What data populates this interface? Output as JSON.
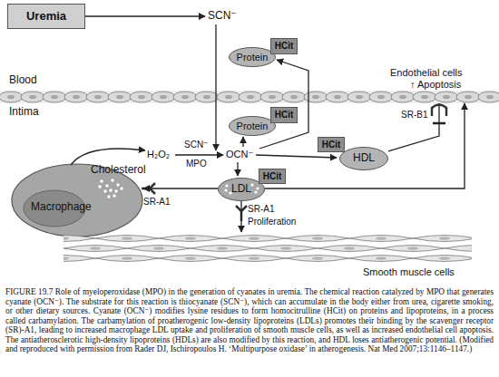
{
  "diagram": {
    "caption": "FIGURE 19.7 Role of myeloperoxidase (MPO) in the generation of cyanates in uremia. The chemical reaction catalyzed by MPO that generates cyanate (OCN⁻). The substrate for this reaction is thiocyanate (SCN⁻), which can accumulate in the body either from urea, cigarette smoking, or other dietary sources. Cyanate (OCN⁻) modifies lysine residues to form homocitrulline (HCit) on proteins and lipoproteins, in a process called carbamylation. The carbamylation of proatherogenic low-density lipoproteins (LDLs) promotes their binding by the scavenger receptor (SR)-A1, leading to increased macrophage LDL uptake and proliferation of smooth muscle cells, as well as increased endothelial cell apoptosis. The antiatherosclerotic high-density lipoproteins (HDLs) are also modified by this reaction, and HDL loses antiatherogenic potential. (Modified and reproduced with permission from Rader DJ, Ischiropoulos H. ‘Multipurpose oxidase’ in atherogenesis. Nat Med 2007;13:1146–1147.)",
    "nodes": [
      {
        "text": [
          "Uremia"
        ]
      },
      {
        "text": [
          "Protein"
        ]
      },
      {
        "text": [
          "HCit"
        ]
      },
      {
        "text": [
          "Endothelial cells",
          "↑ Apoptosis"
        ]
      },
      {
        "text": [
          "Protein"
        ]
      },
      {
        "text": [
          "HCit"
        ]
      },
      {
        "text": [
          "HCit"
        ]
      },
      {
        "text": [
          "HDL"
        ]
      },
      {
        "text": [
          "Cholesterol",
          "Macrophage"
        ]
      },
      {
        "text": [
          "LDL"
        ]
      },
      {
        "text": [
          "HCit"
        ]
      },
      {
        "text": [
          "Smooth muscle cells"
        ]
      }
    ],
    "edges": [
      {
        "from": 9,
        "to": 8,
        "arrow": "to"
      },
      {
        "from": 9,
        "to": 11,
        "arrow": "to"
      },
      {
        "from": 9,
        "to": 3,
        "arrow": "to"
      },
      {
        "from": 7,
        "to": 3,
        "arrow": "to"
      }
    ],
    "labels": [
      "SCN⁻",
      "Blood",
      "Intima",
      "SR-B1",
      "H₂O₂",
      "SCN⁻",
      "MPO",
      "OCN⁻",
      "SR-A1",
      "SR-A1",
      "Proliferation"
    ]
  }
}
